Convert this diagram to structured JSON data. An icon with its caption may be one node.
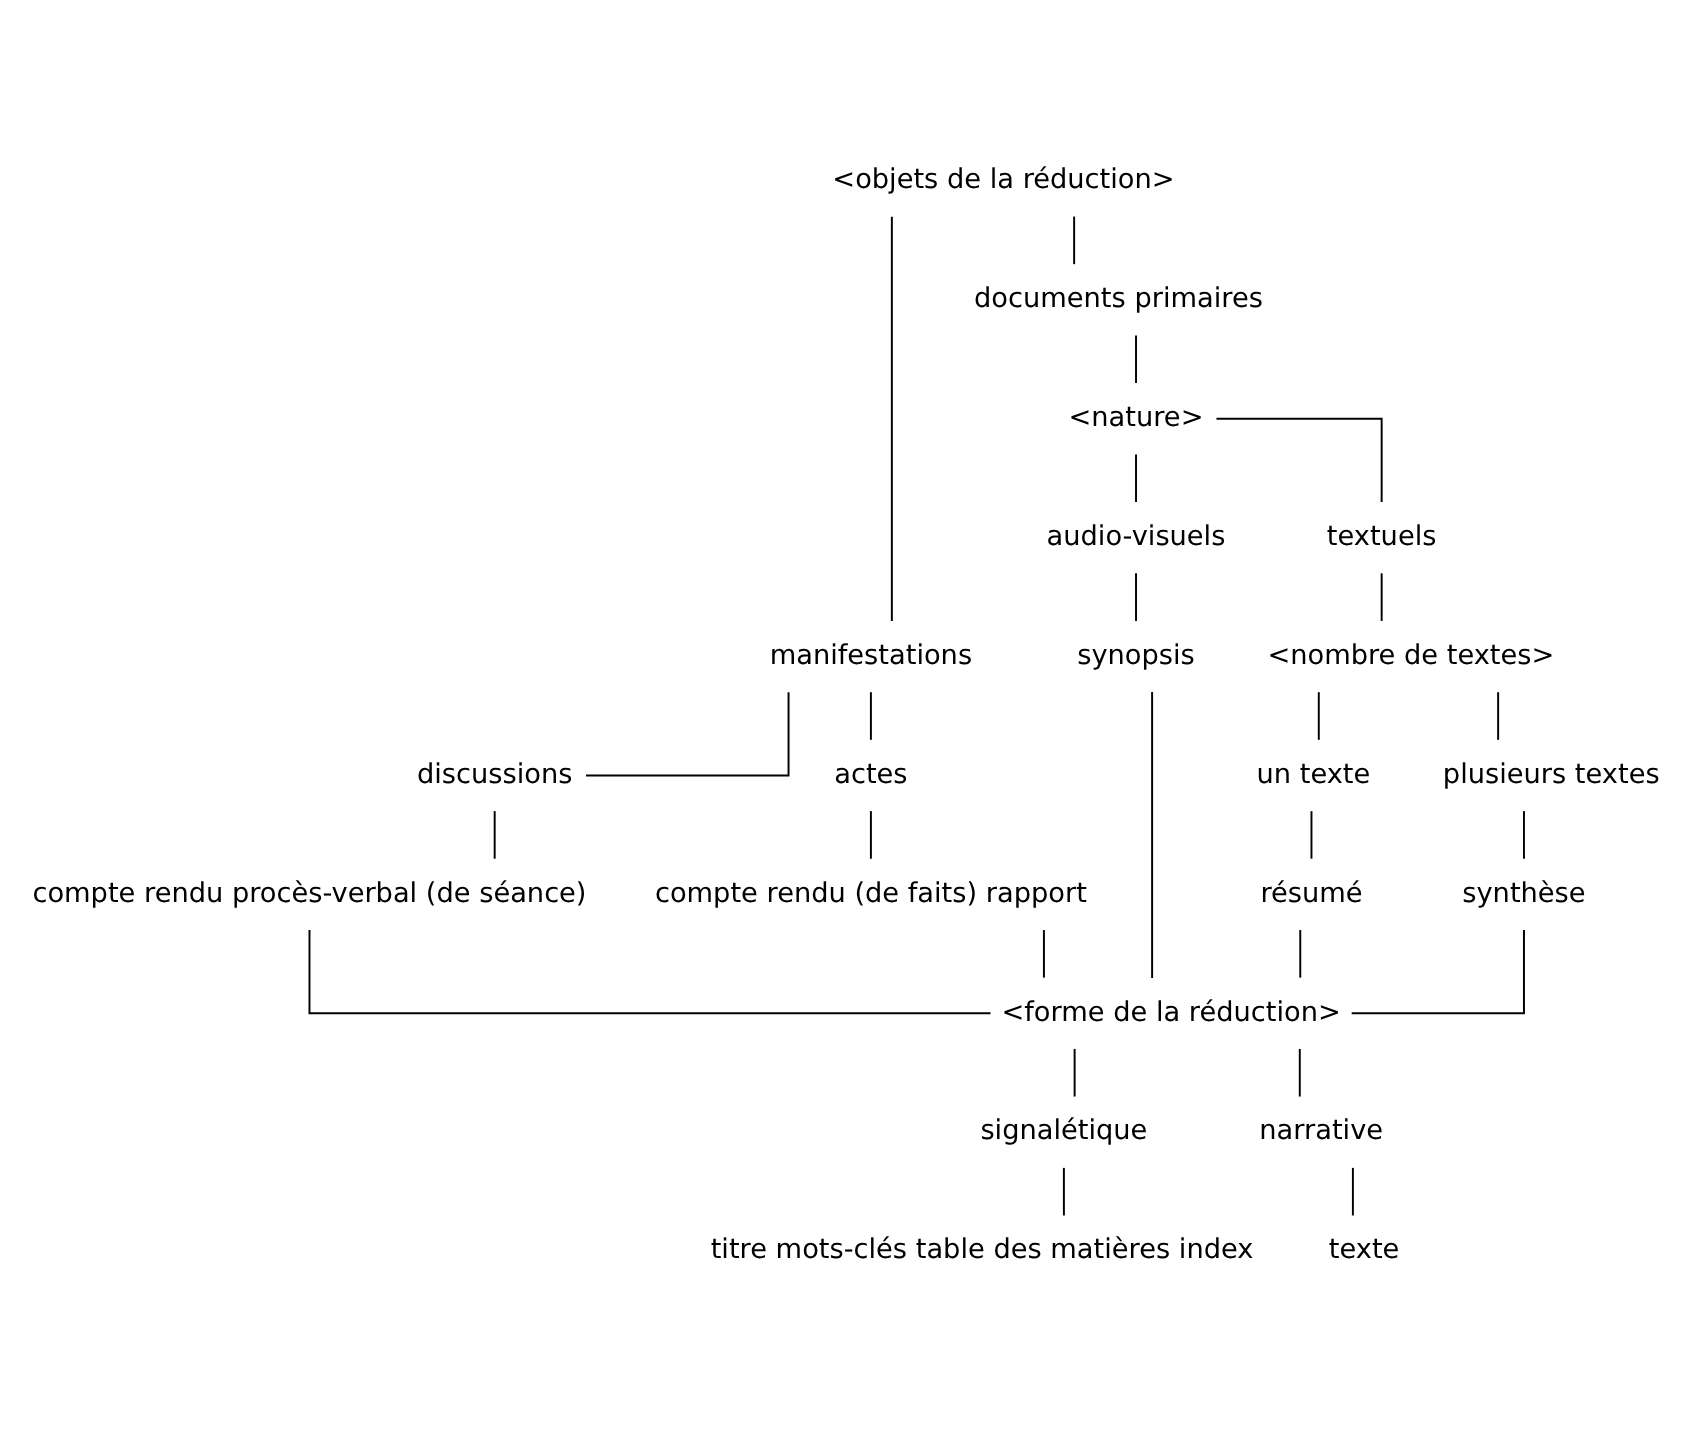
{
  "diagram": {
    "nodes": [
      {
        "text": [
          "<objets de la réduction>"
        ]
      },
      {
        "text": [
          "manifestations"
        ]
      },
      {
        "text": [
          "documents primaires"
        ]
      },
      {
        "text": [
          "<nature>"
        ]
      },
      {
        "text": [
          "discussions"
        ]
      },
      {
        "text": [
          "actes"
        ]
      },
      {
        "text": [
          "audio-visuels"
        ]
      },
      {
        "text": [
          "textuels"
        ]
      },
      {
        "text": [
          "<nombre de textes>"
        ]
      },
      {
        "text": [
          "un texte"
        ]
      },
      {
        "text": [
          "plusieurs textes"
        ]
      },
      {
        "text": [
          "compte rendu procès-verbal (de séance)"
        ]
      },
      {
        "text": [
          "compte rendu (de faits) rapport"
        ]
      },
      {
        "text": [
          "synopsis"
        ]
      },
      {
        "text": [
          "résumé"
        ]
      },
      {
        "text": [
          "synthèse"
        ]
      },
      {
        "text": [
          "<forme de la réduction>"
        ]
      },
      {
        "text": [
          "signalétique"
        ]
      },
      {
        "text": [
          "narrative"
        ]
      },
      {
        "text": [
          "titre mots-clés table des matières index"
        ]
      },
      {
        "text": [
          "texte"
        ]
      }
    ],
    "edges": [
      {
        "from": 0,
        "to": 1,
        "arrow": "none"
      },
      {
        "from": 0,
        "to": 2,
        "arrow": "none"
      },
      {
        "from": 1,
        "to": 4,
        "arrow": "none"
      },
      {
        "from": 1,
        "to": 5,
        "arrow": "none"
      },
      {
        "from": 2,
        "to": 3,
        "arrow": "none"
      },
      {
        "from": 3,
        "to": 6,
        "arrow": "none"
      },
      {
        "from": 3,
        "to": 7,
        "arrow": "none"
      },
      {
        "from": 7,
        "to": 8,
        "arrow": "none"
      },
      {
        "from": 8,
        "to": 9,
        "arrow": "none"
      },
      {
        "from": 8,
        "to": 10,
        "arrow": "none"
      },
      {
        "from": 4,
        "to": 11,
        "arrow": "none"
      },
      {
        "from": 5,
        "to": 12,
        "arrow": "none"
      },
      {
        "from": 6,
        "to": 13,
        "arrow": "none"
      },
      {
        "from": 9,
        "to": 14,
        "arrow": "none"
      },
      {
        "from": 10,
        "to": 15,
        "arrow": "none"
      },
      {
        "from": 11,
        "to": 16,
        "arrow": "none"
      },
      {
        "from": 12,
        "to": 16,
        "arrow": "none"
      },
      {
        "from": 13,
        "to": 16,
        "arrow": "none"
      },
      {
        "from": 14,
        "to": 16,
        "arrow": "none"
      },
      {
        "from": 15,
        "to": 16,
        "arrow": "none"
      },
      {
        "from": 16,
        "to": 17,
        "arrow": "none"
      },
      {
        "from": 16,
        "to": 18,
        "arrow": "none"
      },
      {
        "from": 17,
        "to": 19,
        "arrow": "none"
      },
      {
        "from": 18,
        "to": 20,
        "arrow": "none"
      }
    ]
  }
}
